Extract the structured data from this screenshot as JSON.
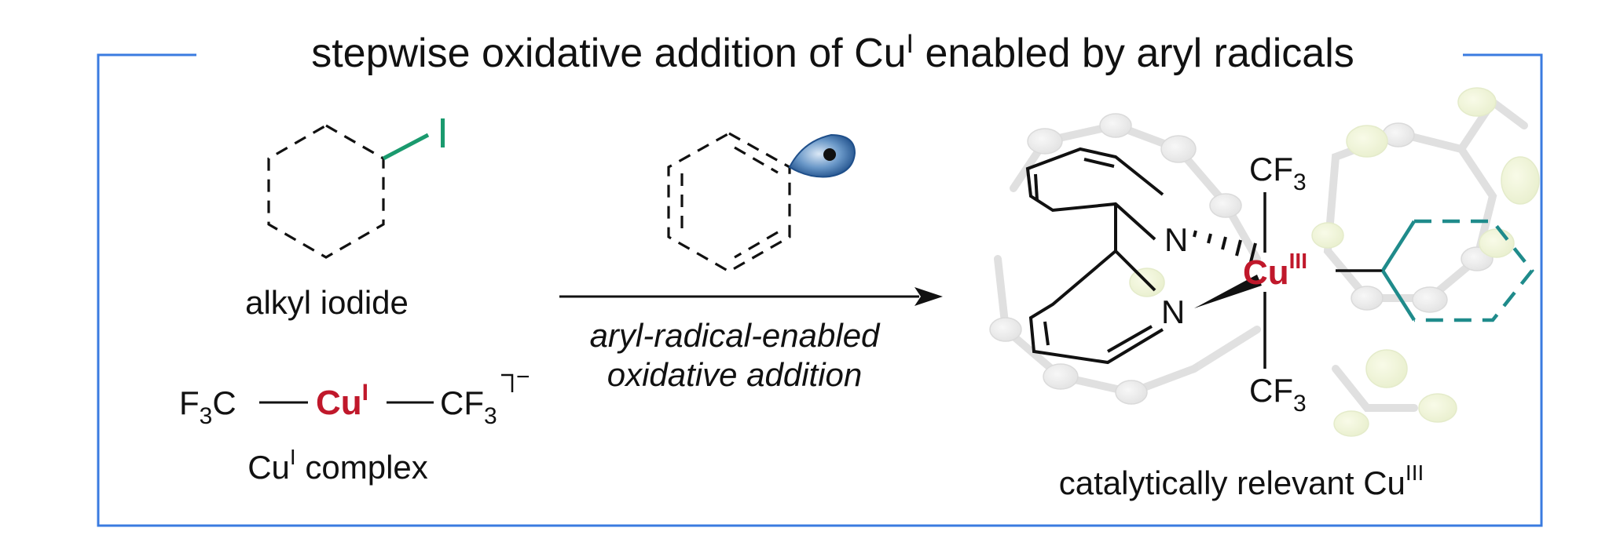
{
  "title": {
    "before": "stepwise oxidative addition of Cu",
    "sup": "I",
    "after": " enabled by aryl radicals"
  },
  "alkyl_iodide": {
    "atom": "I",
    "label": "alkyl iodide"
  },
  "cu_complex": {
    "left_group": "F",
    "left_sub": "3",
    "left_tail": "C",
    "metal": "Cu",
    "metal_ox": "I",
    "right_group": "CF",
    "right_sub": "3",
    "charge": "−",
    "label_main": "Cu",
    "label_sup": "I",
    "label_rest": " complex"
  },
  "arrow": {
    "line1": "aryl-radical-enabled",
    "line2": "oxidative addition"
  },
  "product": {
    "top_group": "CF",
    "top_sub": "3",
    "bottom_group": "CF",
    "bottom_sub": "3",
    "n_atom": "N",
    "metal": "Cu",
    "metal_ox": "III",
    "label_main": "catalytically relevant Cu",
    "label_sup": "III"
  },
  "colors": {
    "frame": "#3a7be0",
    "iodine": "#1a9a6e",
    "copper": "#c0182b",
    "alkyl_ring": "#1f8b8b",
    "ink": "#111111"
  }
}
